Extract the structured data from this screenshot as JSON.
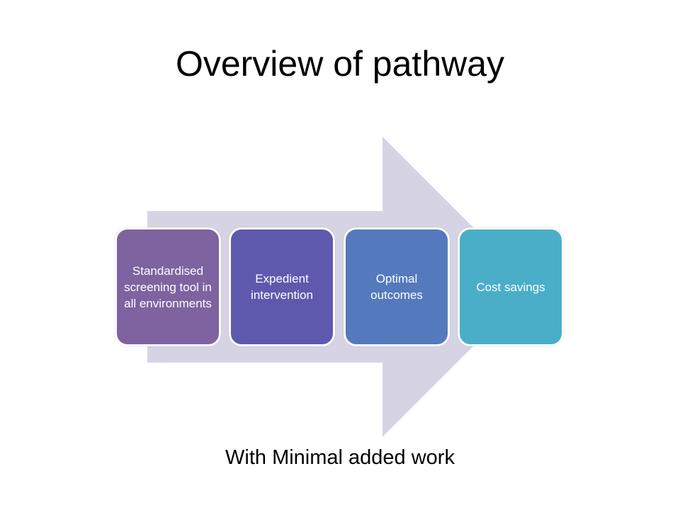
{
  "slide": {
    "title": "Overview of pathway",
    "subtitle": "With Minimal added work"
  },
  "diagram": {
    "arrow_color": "#d6d4e4",
    "steps": [
      {
        "label": "Standardised screening tool in all environments",
        "color": "#7f62a0"
      },
      {
        "label": "Expedient intervention",
        "color": "#5f59ad"
      },
      {
        "label": "Optimal outcomes",
        "color": "#5479bc"
      },
      {
        "label": "Cost savings",
        "color": "#4aaec9"
      }
    ]
  }
}
